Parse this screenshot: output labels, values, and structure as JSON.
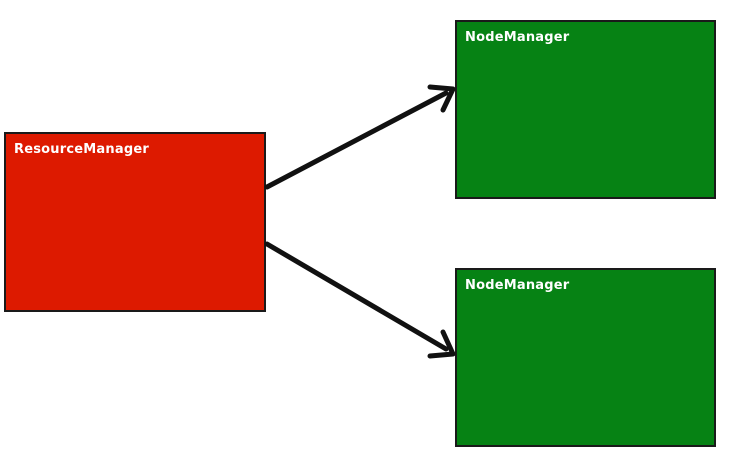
{
  "diagram": {
    "nodes": [
      {
        "id": "resource-manager",
        "label": "ResourceManager",
        "color": "#dd1a00"
      },
      {
        "id": "node-manager-1",
        "label": "NodeManager",
        "color": "#068214"
      },
      {
        "id": "node-manager-2",
        "label": "NodeManager",
        "color": "#068214"
      }
    ],
    "edges": [
      {
        "from": "resource-manager",
        "to": "node-manager-1"
      },
      {
        "from": "resource-manager",
        "to": "node-manager-2"
      }
    ]
  }
}
